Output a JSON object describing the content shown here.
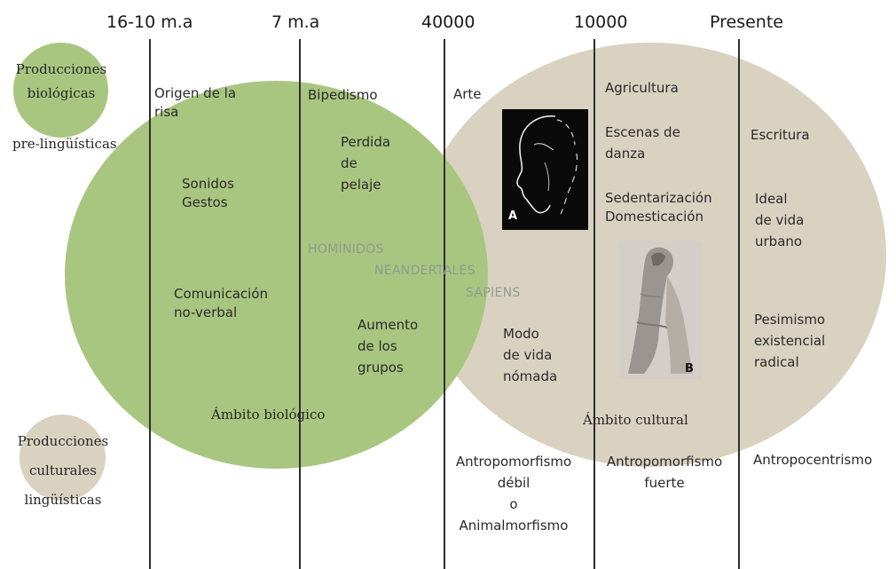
{
  "timeline": {
    "labels": [
      "16-10 m.a",
      "7 m.a",
      "40000",
      "10000",
      "Presente"
    ]
  },
  "legend": {
    "biological": [
      "Producciones",
      "biológicas",
      "pre-lingüísticas"
    ],
    "cultural": [
      "Producciones",
      "culturales",
      "lingüísticas"
    ]
  },
  "biological_column_1": {
    "origin": [
      "Origen de la",
      "risa"
    ],
    "sounds": [
      "Sonidos",
      "Gestos"
    ],
    "communication": [
      "Comunicación",
      "no-verbal"
    ]
  },
  "biological_column_2": {
    "bipedalism": "Bipedismo",
    "fur": [
      "Perdida",
      "de",
      "pelaje"
    ],
    "groups": [
      "Aumento",
      "de los",
      "grupos"
    ]
  },
  "species": [
    "HOMÍNIDOS",
    "NEANDERTALES",
    "SAPIENS"
  ],
  "scopes": {
    "biological": "Ámbito biológico",
    "cultural": "Ámbito cultural"
  },
  "cultural_column_1": {
    "art": "Arte",
    "nomadic": [
      "Modo",
      "de vida",
      "nómada"
    ]
  },
  "cultural_column_2": {
    "agriculture": "Agricultura",
    "dance": [
      "Escenas de",
      "danza"
    ],
    "sedentary": [
      "Sedentarización",
      "Domesticación"
    ]
  },
  "cultural_column_3": {
    "writing": "Escritura",
    "urban": [
      "Ideal",
      "de vida",
      "urbano"
    ],
    "pessimism": [
      "Pesimismo",
      "existencial",
      "radical"
    ]
  },
  "images": {
    "a_label": "A",
    "b_label": "B"
  },
  "bottom": {
    "weak": [
      "Antropomorfismo",
      "débil",
      "o",
      "Animalmorfismo"
    ],
    "strong": [
      "Antropomorfismo",
      "fuerte"
    ],
    "anthropocentrism": "Antropocentrismo"
  },
  "colors": {
    "biological_green": "#a9c680",
    "cultural_beige": "#d9d2c0",
    "timeline_line": "#2e2e2e"
  }
}
